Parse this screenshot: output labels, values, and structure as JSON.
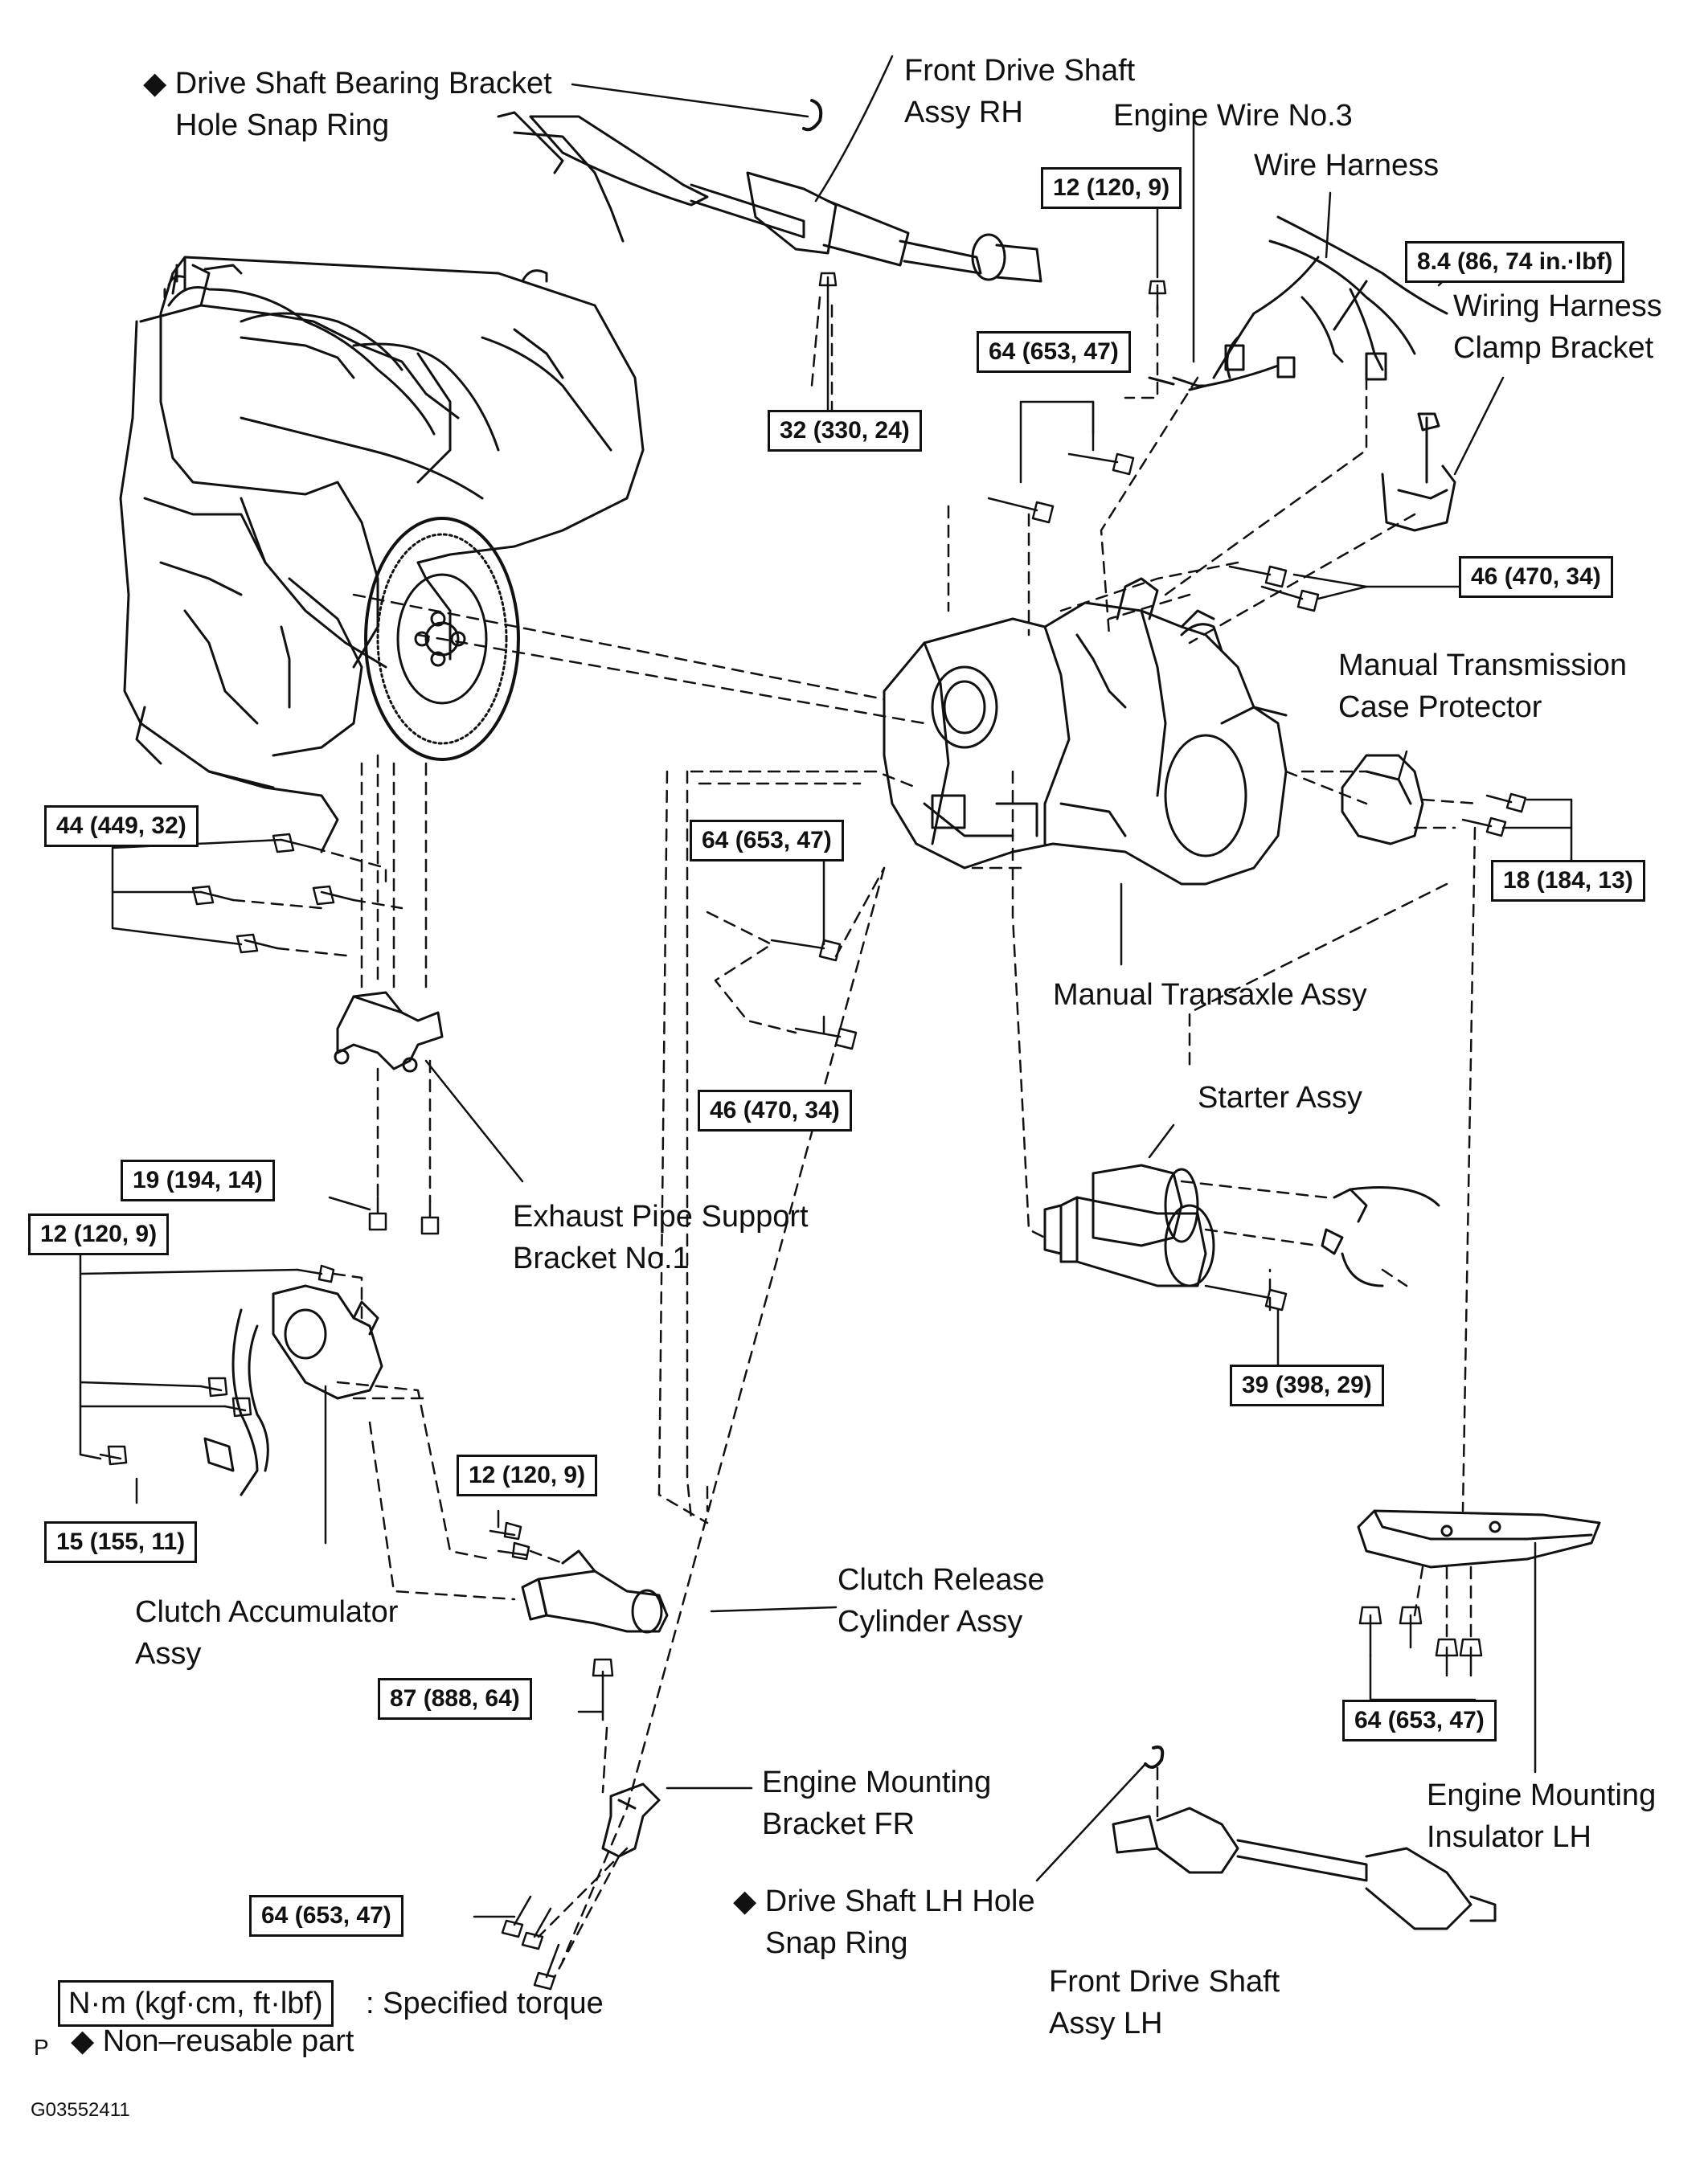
{
  "labels": {
    "snap_ring_rh": [
      "◆ Drive Shaft Bearing Bracket",
      "Hole Snap Ring"
    ],
    "front_shaft_rh": [
      "Front  Drive  Shaft",
      "Assy RH"
    ],
    "engine_wire": [
      "Engine Wire No.3"
    ],
    "wire_harness": [
      "Wire Harness"
    ],
    "clamp_bracket": [
      "Wiring Harness",
      "Clamp Bracket"
    ],
    "case_protector": [
      "Manual Transmission",
      "Case Protector"
    ],
    "transaxle": [
      "Manual Transaxle Assy"
    ],
    "starter": [
      "Starter Assy"
    ],
    "exhaust_bracket": [
      "Exhaust Pipe Support",
      "Bracket No.1"
    ],
    "clutch_release": [
      "Clutch Release",
      "Cylinder Assy"
    ],
    "clutch_accumulator": [
      "Clutch  Accumulator",
      "Assy"
    ],
    "mount_fr": [
      "Engine Mounting",
      "Bracket FR"
    ],
    "mount_lh": [
      "Engine  Mounting",
      "Insulator LH"
    ],
    "snap_ring_lh": [
      "◆ Drive Shaft LH Hole",
      "Snap Ring"
    ],
    "front_shaft_lh": [
      "Front  Drive  Shaft",
      "Assy LH"
    ]
  },
  "torques": {
    "t_12a": "12 (120, 9)",
    "t_32": "32 (330, 24)",
    "t_64a": "64 (653, 47)",
    "t_84": "8.4 (86, 74 in.·lbf)",
    "t_46a": "46 (470, 34)",
    "t_44": "44 (449, 32)",
    "t_64b": "64 (653, 47)",
    "t_18": "18 (184, 13)",
    "t_46b": "46 (470, 34)",
    "t_19": "19 (194, 14)",
    "t_12b": "12 (120, 9)",
    "t_39": "39 (398, 29)",
    "t_15": "15 (155, 11)",
    "t_12c": "12 (120, 9)",
    "t_64c": "64 (653, 47)",
    "t_87": "87 (888, 64)",
    "t_64d": "64 (653, 47)"
  },
  "legend": {
    "unit_box": "N·m (kgf·cm, ft·lbf)",
    "unit_text": ": Specified torque",
    "marker": "P",
    "nonreusable": "◆ Non–reusable part"
  },
  "figure_code": "G03552411"
}
